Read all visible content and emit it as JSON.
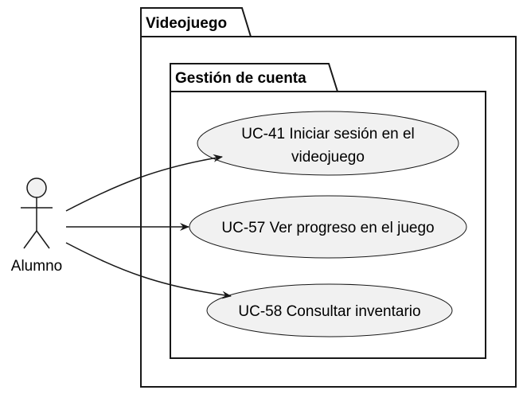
{
  "packages": {
    "outer": {
      "title": "Videojuego"
    },
    "inner": {
      "title": "Gestión de cuenta"
    }
  },
  "actor": {
    "label": "Alumno"
  },
  "usecases": [
    {
      "line1": "UC-41 Iniciar sesión en el",
      "line2": "videojuego"
    },
    {
      "line1": "UC-57 Ver progreso en el juego"
    },
    {
      "line1": "UC-58 Consultar inventario"
    }
  ],
  "colors": {
    "usecase_fill": "#f1f1f1",
    "actor_fill": "#f1f1f1",
    "stroke": "#181818",
    "background": "#ffffff"
  }
}
